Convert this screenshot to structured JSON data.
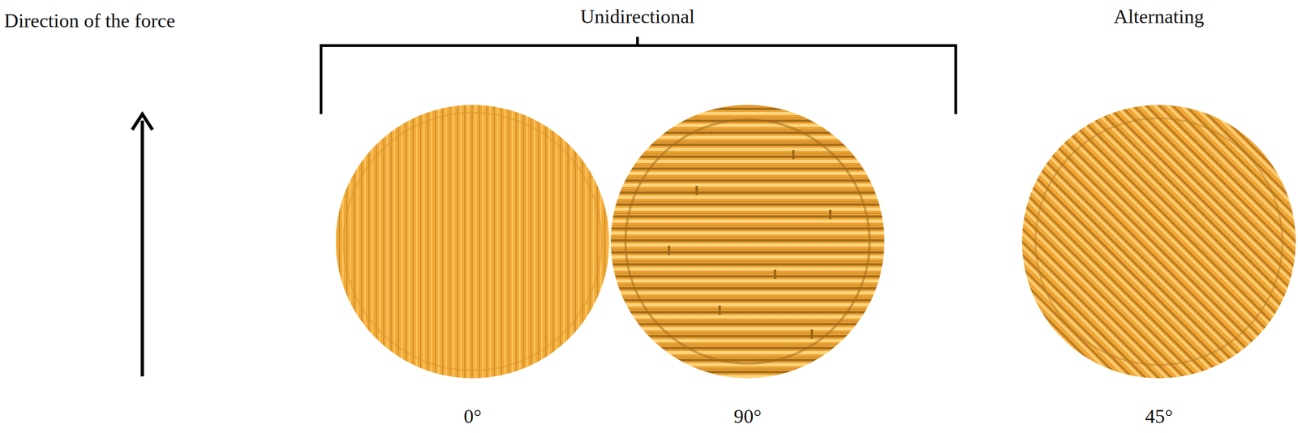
{
  "diagram": {
    "labels": [
      "Direction of the force",
      "Unidirectional",
      "Alternating",
      "0°",
      "90°",
      "45°"
    ]
  }
}
